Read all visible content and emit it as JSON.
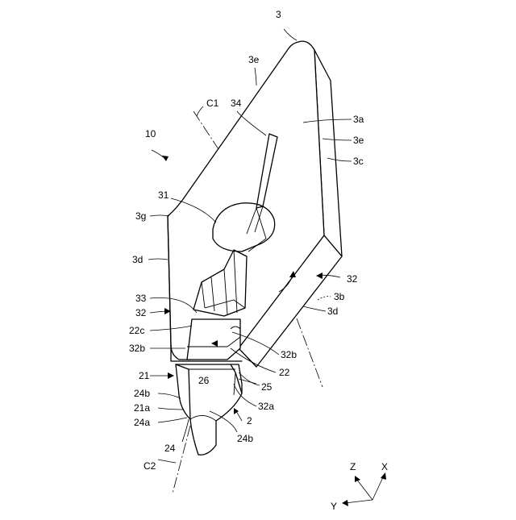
{
  "labels": {
    "l3": "3",
    "l3e_top": "3e",
    "lC1": "C1",
    "l34": "34",
    "l3a": "3a",
    "l3e_right": "3e",
    "l3c": "3c",
    "l10": "10",
    "l31": "31",
    "l3g": "3g",
    "l3d_left": "3d",
    "l32_right": "32",
    "l3b": "3b",
    "l3d_right": "3d",
    "l33": "33",
    "l32_left": "32",
    "l22c": "22c",
    "l32b_left": "32b",
    "l32b_right": "32b",
    "l22": "22",
    "l21": "21",
    "l26": "26",
    "l25": "25",
    "l24b_left": "24b",
    "l32a": "32a",
    "l21a": "21a",
    "l2": "2",
    "l24a": "24a",
    "l24b_bottom": "24b",
    "l24": "24",
    "lC2": "C2"
  },
  "axes": {
    "z": "Z",
    "x": "X",
    "y": "Y"
  }
}
